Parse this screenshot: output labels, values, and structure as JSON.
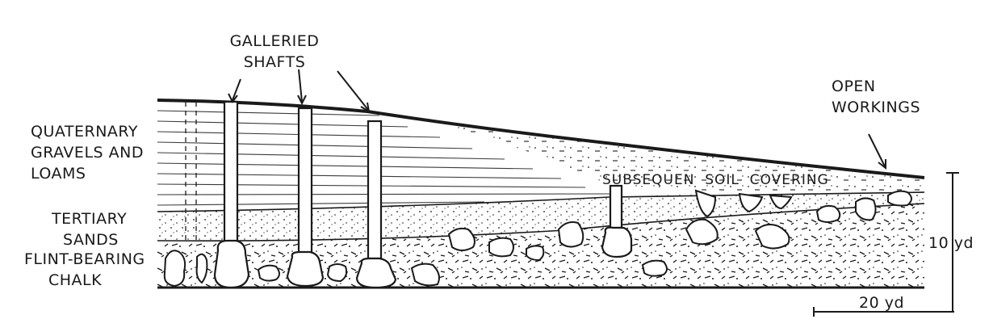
{
  "labels": {
    "shafts": [
      "GALLERIED",
      "SHAFTS"
    ],
    "open_workings": [
      "OPEN",
      "WORKINGS"
    ],
    "quaternary": [
      "QUATERNARY",
      "GRAVELS AND",
      "LOAMS"
    ],
    "tertiary": [
      "TERTIARY",
      "SANDS"
    ],
    "chalk": [
      "FLINT-BEARING",
      "CHALK"
    ],
    "soil_covering": "SUBSEQUEN  SOIL  COVERING",
    "scale_vertical": "10 yd",
    "scale_horizontal": "20 yd"
  },
  "colors": {
    "ink": "#1a1a1a",
    "paper": "#ffffff"
  }
}
